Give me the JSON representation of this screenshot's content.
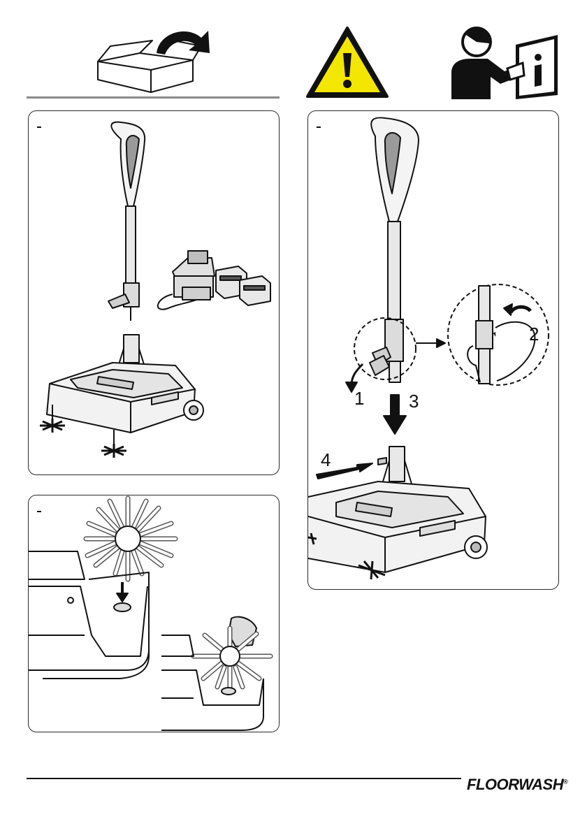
{
  "header": {
    "unbox_icon": "open-box-icon",
    "warning_icon": "warning-triangle-icon",
    "manual_icon": "read-manual-icon",
    "warning_color": "#f3e600"
  },
  "panel_assembly": {
    "step_labels": [
      "1",
      "2",
      "3",
      "4"
    ]
  },
  "footer": {
    "brand": "FLOORWASH",
    "registered_mark": "®"
  }
}
